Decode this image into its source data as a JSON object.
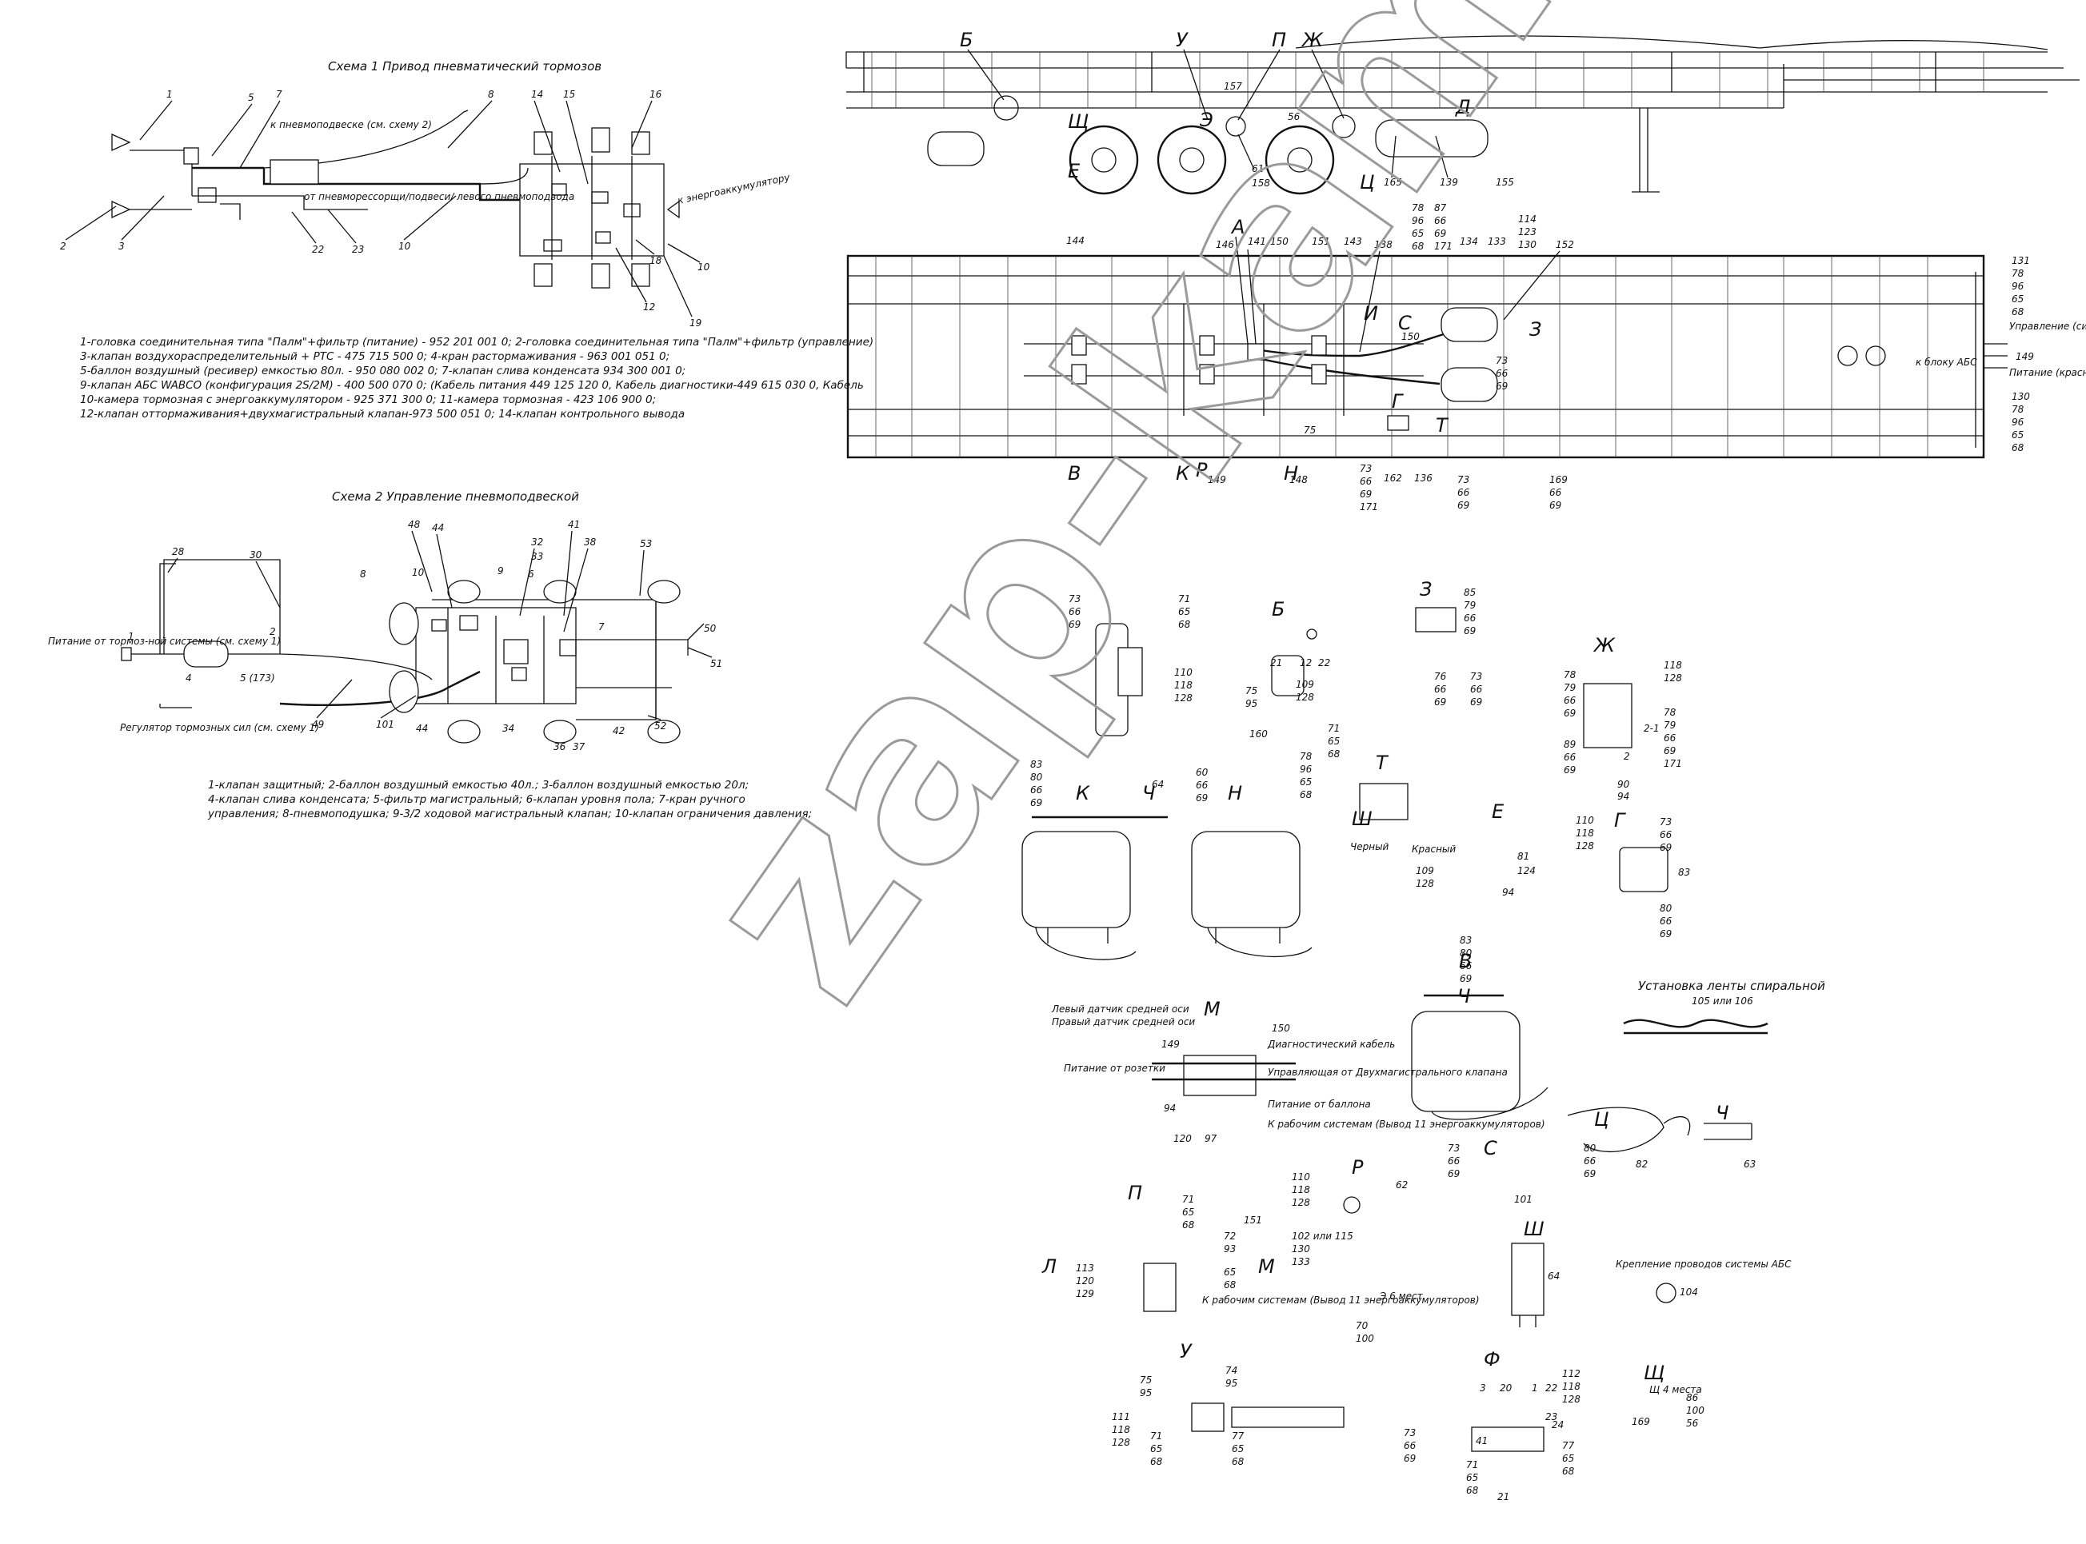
{
  "scheme1": {
    "title": "Схема 1 Привод пневматический тормозов",
    "callouts": [
      "1",
      "2",
      "3",
      "5",
      "7",
      "8",
      "10",
      "12",
      "14",
      "15",
      "16",
      "18",
      "19",
      "22",
      "23"
    ],
    "notes": [
      "к пневмоподвеске (см. схему 2)",
      "от пневморессорщи/подвеси/ левого пневмоподвода",
      "к энергоаккумулятору"
    ],
    "legend": [
      "1-головка соединительная типа \"Палм\"+фильтр (питание) - 952 201 001 0; 2-головка соединительная типа \"Палм\"+фильтр (управление)",
      "3-клапан воздухораспределительный + РТС - 475 715 500 0; 4-кран растормаживания - 963 001 051 0;",
      "5-баллон воздушный (ресивер) емкостью 80л. - 950 080 002 0; 7-клапан слива конденсата 934 300 001 0;",
      "9-клапан АБС WABCO (конфигурация 2S/2M) - 400 500 070 0; (Кабель питания 449 125 120 0, Кабель диагностики-449 615 030 0, Кабель",
      "10-камера тормозная с энергоаккумулятором - 925 371 300 0; 11-камера тормозная - 423 106 900 0;",
      "12-клапан оттормаживания+двухмагистральный клапан-973 500 051 0; 14-клапан контрольного вывода"
    ]
  },
  "scheme2": {
    "title": "Схема 2 Управление пневмоподвеской",
    "callouts": [
      "28",
      "30",
      "48",
      "44",
      "32",
      "41",
      "38",
      "53",
      "33",
      "9",
      "8",
      "10",
      "6",
      "7",
      "2",
      "4",
      "1",
      "49",
      "101",
      "44",
      "34",
      "36",
      "37",
      "42",
      "52",
      "51",
      "50",
      "5 (173)"
    ],
    "notes": [
      "Питание от тормоз-ной системы (см. схему 1)",
      "Регулятор тормозных сил (см. схему 1)"
    ],
    "legend": [
      "1-клапан защитный; 2-баллон воздушный емкостью 40л.; 3-баллон воздушный емкостью 20л;",
      "4-клапан слива конденсата; 5-фильтр магистральный; 6-клапан уровня пола; 7-кран ручного",
      "управления; 8-пневмоподушка; 9-3/2 ходовой магистральный клапан; 10-клапан ограничения давления;"
    ]
  },
  "side_view": {
    "letters": [
      "Б",
      "У",
      "П",
      "Ж",
      "Щ",
      "Э",
      "Е",
      "Д",
      "Ц"
    ],
    "numbers": [
      "157",
      "56",
      "61",
      "158",
      "165",
      "139",
      "155"
    ]
  },
  "plan_view": {
    "letters": [
      "А",
      "И",
      "С",
      "Г",
      "Т",
      "З",
      "В",
      "К",
      "Р",
      "Н"
    ],
    "numbers": [
      "144",
      "146",
      "141",
      "150",
      "151",
      "143",
      "138",
      "134",
      "133",
      "152",
      "75",
      "149",
      "148",
      "73",
      "66",
      "69",
      "171",
      "162",
      "136",
      "169"
    ],
    "stack_a": [
      "78",
      "96",
      "65",
      "68"
    ],
    "stack_b": [
      "87",
      "66",
      "69",
      "171"
    ],
    "stack_c": [
      "114",
      "123",
      "130"
    ],
    "right_top": [
      "131",
      "78",
      "96",
      "65",
      "68"
    ],
    "right_bottom": [
      "130",
      "78",
      "96",
      "65",
      "68"
    ],
    "right_149": "149",
    "notes": [
      "Управление (синий)",
      "к блоку АБС",
      "Питание (красный)"
    ]
  },
  "details": {
    "letters": [
      "Б",
      "З",
      "Ж",
      "Т",
      "Ш",
      "Е",
      "Г",
      "К",
      "Ч",
      "Н",
      "В",
      "Ч",
      "М",
      "С",
      "Ц",
      "Ч",
      "Р",
      "П",
      "Л",
      "М",
      "Ш",
      "У",
      "Ф",
      "Щ"
    ],
    "stacks": [
      [
        "73",
        "66",
        "69"
      ],
      [
        "71",
        "65",
        "68"
      ],
      [
        "110",
        "118",
        "128"
      ],
      [
        "75",
        "95"
      ],
      [
        "109",
        "128"
      ],
      [
        "85",
        "79",
        "66",
        "69"
      ],
      [
        "76",
        "66",
        "69"
      ],
      [
        "73",
        "66",
        "69"
      ],
      [
        "118",
        "128"
      ],
      [
        "78",
        "79",
        "66",
        "69"
      ],
      [
        "89",
        "66",
        "69"
      ],
      [
        "78",
        "79",
        "66",
        "69",
        "171"
      ],
      [
        "71",
        "65",
        "68"
      ],
      [
        "78",
        "96",
        "65",
        "68"
      ],
      [
        "109",
        "128"
      ],
      [
        "110",
        "118",
        "128"
      ],
      [
        "73",
        "66",
        "69"
      ],
      [
        "80",
        "66",
        "69"
      ],
      [
        "83",
        "80",
        "66",
        "69"
      ],
      [
        "60",
        "66",
        "69"
      ],
      [
        "83",
        "80",
        "66",
        "69"
      ],
      [
        "71",
        "65",
        "68"
      ],
      [
        "72",
        "93"
      ],
      [
        "65",
        "68"
      ],
      [
        "113",
        "120",
        "129"
      ],
      [
        "73",
        "66",
        "69"
      ],
      [
        "80",
        "66",
        "69"
      ],
      [
        "110",
        "118",
        "128"
      ],
      [
        "102 или 115",
        "130",
        "133"
      ],
      [
        "70",
        "100"
      ],
      [
        "75",
        "95"
      ],
      [
        "74",
        "95"
      ],
      [
        "111",
        "118",
        "128"
      ],
      [
        "71",
        "65",
        "68"
      ],
      [
        "77",
        "65",
        "68"
      ],
      [
        "73",
        "66",
        "69"
      ],
      [
        "112",
        "118",
        "128"
      ],
      [
        "71",
        "65",
        "68"
      ],
      [
        "77",
        "65",
        "68"
      ],
      [
        "86",
        "100",
        "56"
      ]
    ],
    "numbers": [
      "160",
      "64",
      "81",
      "124",
      "94",
      "90",
      "94",
      "2-1",
      "2",
      "83",
      "22",
      "21",
      "12",
      "97",
      "120",
      "94",
      "149",
      "150",
      "62",
      "101",
      "82",
      "63",
      "64",
      "104",
      "151",
      "20",
      "3",
      "1",
      "41",
      "23",
      "21",
      "22",
      "24",
      "169",
      "Черный",
      "Красный"
    ],
    "m_labels": [
      "Левый датчик средней оси",
      "Правый датчик средней оси",
      "Диагностический кабель",
      "Управляющая от Двухмагистрального клапана",
      "Питание от розетки",
      "Питание от баллона",
      "К рабочим системам (Вывод 11 энергоаккумуляторов)"
    ],
    "p_label": "К рабочим системам (Вывод 11 энергоаккумуляторов)",
    "e_label": "Э 6 мест",
    "shch_label": "Щ 4 места",
    "spiral_title": "Установка ленты спиральной",
    "spiral_part": "105 или 106",
    "abs_label": "Крепление проводов системы АБС"
  },
  "watermark": "zap-kam.ru"
}
